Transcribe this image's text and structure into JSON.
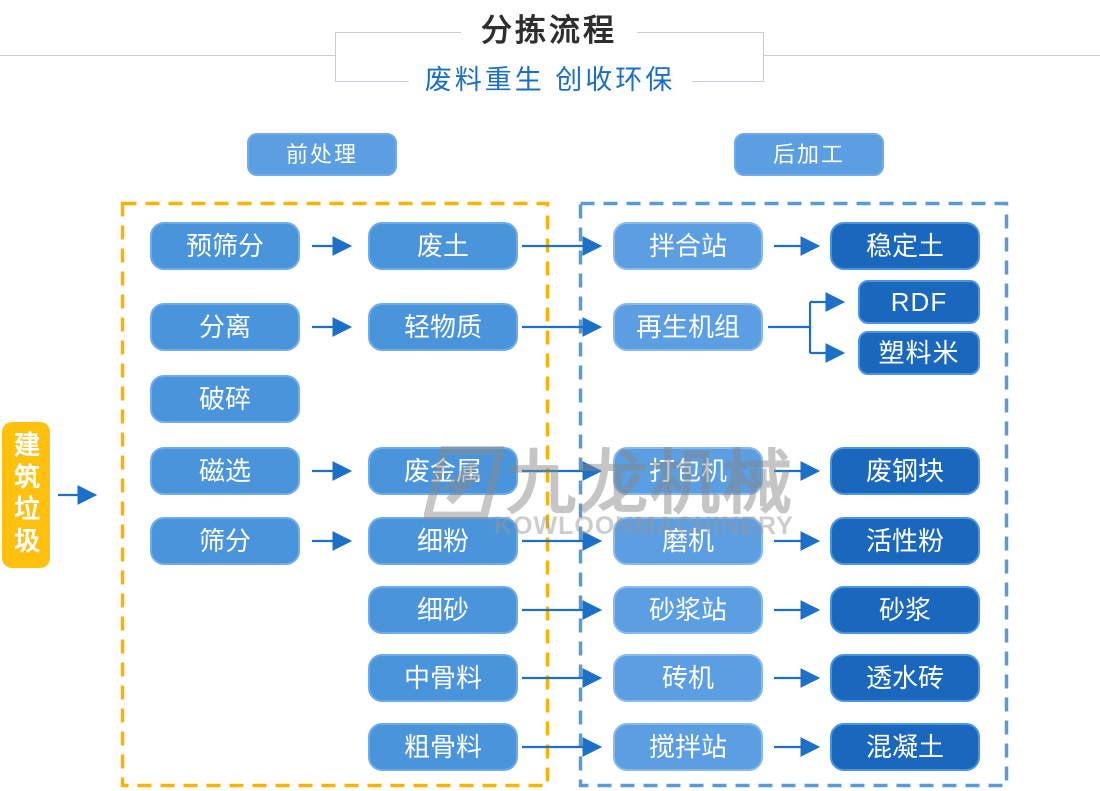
{
  "header": {
    "title": "分拣流程",
    "subtitle": "废料重生 创收环保"
  },
  "sections": {
    "pre_label": "前处理",
    "post_label": "后加工"
  },
  "source_label": "建筑垃圾",
  "watermark": {
    "cn": "九龙机械",
    "en": "KOWLOONMACHINERY"
  },
  "colors": {
    "yellow": "#FFC10E",
    "dash_yellow": "#F9B403",
    "dash_blue": "#5B9BD5",
    "light_blue": "#4A94DC",
    "light_border": "#6FACE8",
    "mid_blue": "#5B9EE1",
    "mid_border": "#8ABAEA",
    "dark_blue": "#1A67BE",
    "dark_border": "#4C94DD",
    "arrow": "#1D70C8"
  },
  "flow": {
    "left_rows": [
      {
        "process": "预筛分",
        "output": "废土"
      },
      {
        "process": "分离",
        "output": "轻物质"
      },
      {
        "process": "破碎"
      },
      {
        "process": "磁选",
        "output": "废金属"
      },
      {
        "process": "筛分",
        "output": "细粉"
      },
      {
        "output": "细砂"
      },
      {
        "output": "中骨料"
      },
      {
        "output": "粗骨料"
      }
    ],
    "right_rows": [
      {
        "row": 0,
        "machine": "拌合站",
        "product": "稳定土"
      },
      {
        "row": 1,
        "machine": "再生机组",
        "products": [
          "RDF",
          "塑料米"
        ]
      },
      {
        "row": 3,
        "machine": "打包机",
        "product": "废钢块"
      },
      {
        "row": 4,
        "machine": "磨机",
        "product": "活性粉"
      },
      {
        "row": 5,
        "machine": "砂浆站",
        "product": "砂浆"
      },
      {
        "row": 6,
        "machine": "砖机",
        "product": "透水砖"
      },
      {
        "row": 7,
        "machine": "搅拌站",
        "product": "混凝土"
      }
    ]
  }
}
